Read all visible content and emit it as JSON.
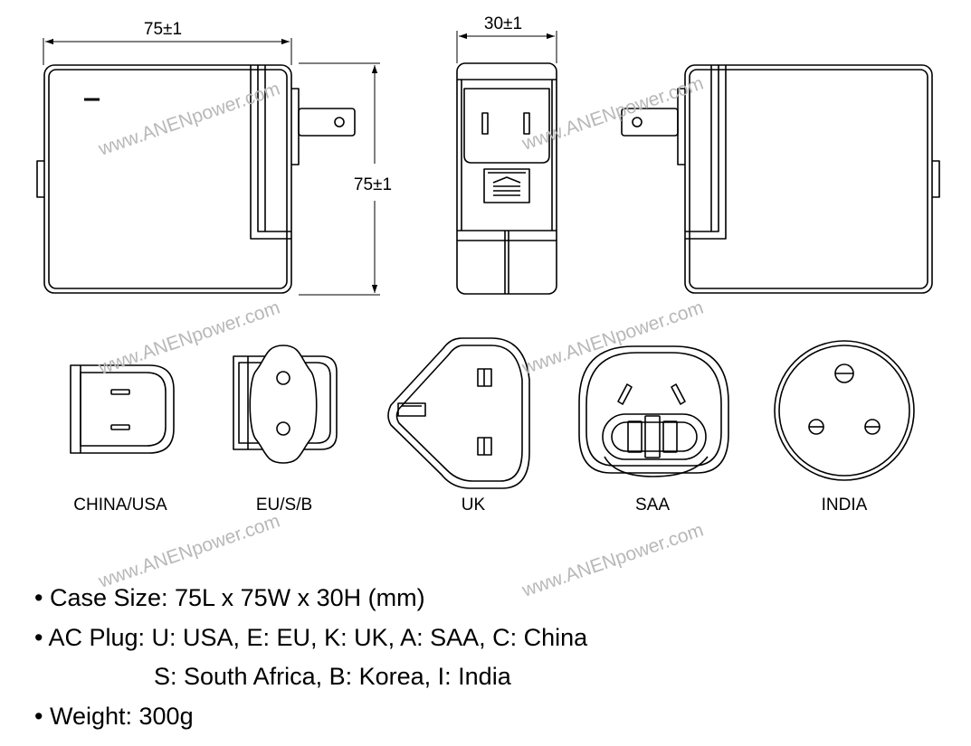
{
  "dimensions": {
    "width": "75±1",
    "depth": "30±1",
    "height": "75±1"
  },
  "plugs": [
    "CHINA/USA",
    "EU/S/B",
    "UK",
    "SAA",
    "INDIA"
  ],
  "watermark": "www.ANENpower.com",
  "specs": {
    "bullet": "•",
    "case_size": "Case Size: 75L x 75W x 30H (mm)",
    "ac_plug": "AC Plug: U: USA, E: EU, K: UK, A: SAA, C: China",
    "ac_plug_cont": "S: South Africa, B: Korea, I: India",
    "weight": "Weight: 300g"
  }
}
